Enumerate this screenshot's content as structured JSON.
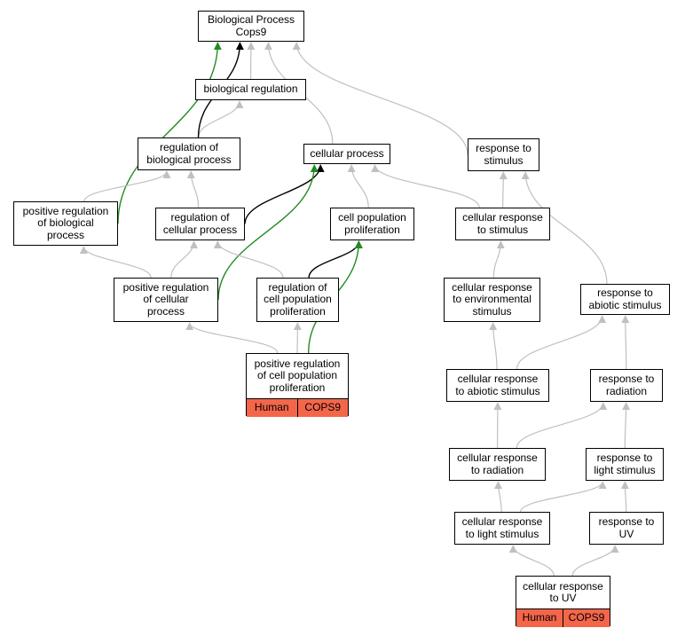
{
  "colors": {
    "gray_edge": "#c0c0c0",
    "black_edge": "#000000",
    "green_edge": "#228b22",
    "annotation_fill": "#f4664a"
  },
  "nodes": [
    {
      "id": "bp",
      "label": "Biological Process\nCops9"
    },
    {
      "id": "bioreg",
      "label": "biological regulation"
    },
    {
      "id": "regbp",
      "label": "regulation of\nbiological process"
    },
    {
      "id": "cellproc",
      "label": "cellular process"
    },
    {
      "id": "resp",
      "label": "response to\nstimulus"
    },
    {
      "id": "posregbp",
      "label": "positive regulation\nof biological\nprocess"
    },
    {
      "id": "regcp",
      "label": "regulation of\ncellular process"
    },
    {
      "id": "cpp",
      "label": "cell population\nproliferation"
    },
    {
      "id": "crs",
      "label": "cellular response\nto stimulus"
    },
    {
      "id": "posregcp",
      "label": "positive regulation\nof cellular\nprocess"
    },
    {
      "id": "regcpp",
      "label": "regulation of\ncell population\nproliferation"
    },
    {
      "id": "cres",
      "label": "cellular response\nto environmental\nstimulus"
    },
    {
      "id": "ras",
      "label": "response to\nabiotic stimulus"
    },
    {
      "id": "posregcpp",
      "label": "positive regulation\nof cell population\nproliferation",
      "tags": [
        "Human",
        "COPS9"
      ]
    },
    {
      "id": "cras",
      "label": "cellular response\nto abiotic stimulus"
    },
    {
      "id": "rrad",
      "label": "response to\nradiation"
    },
    {
      "id": "crrad",
      "label": "cellular response\nto radiation"
    },
    {
      "id": "rls",
      "label": "response to\nlight stimulus"
    },
    {
      "id": "crls",
      "label": "cellular response\nto light stimulus"
    },
    {
      "id": "ruv",
      "label": "response to\nUV"
    },
    {
      "id": "cruv",
      "label": "cellular response\nto UV",
      "tags": [
        "Human",
        "COPS9"
      ]
    }
  ],
  "edges": [
    {
      "from": "bioreg",
      "to": "bp",
      "color": "gray"
    },
    {
      "from": "regbp",
      "to": "bioreg",
      "color": "gray"
    },
    {
      "from": "regbp",
      "to": "bp",
      "color": "black"
    },
    {
      "from": "cellproc",
      "to": "bp",
      "color": "gray"
    },
    {
      "from": "resp",
      "to": "bp",
      "color": "gray"
    },
    {
      "from": "posregbp",
      "to": "bp",
      "color": "green"
    },
    {
      "from": "posregbp",
      "to": "regbp",
      "color": "gray"
    },
    {
      "from": "regcp",
      "to": "regbp",
      "color": "gray"
    },
    {
      "from": "regcp",
      "to": "cellproc",
      "color": "black"
    },
    {
      "from": "cpp",
      "to": "cellproc",
      "color": "gray"
    },
    {
      "from": "crs",
      "to": "cellproc",
      "color": "gray"
    },
    {
      "from": "crs",
      "to": "resp",
      "color": "gray"
    },
    {
      "from": "posregcp",
      "to": "posregbp",
      "color": "gray"
    },
    {
      "from": "posregcp",
      "to": "regcp",
      "color": "gray"
    },
    {
      "from": "posregcp",
      "to": "cellproc",
      "color": "green"
    },
    {
      "from": "regcpp",
      "to": "regcp",
      "color": "gray"
    },
    {
      "from": "regcpp",
      "to": "cpp",
      "color": "black"
    },
    {
      "from": "cres",
      "to": "crs",
      "color": "gray"
    },
    {
      "from": "ras",
      "to": "resp",
      "color": "gray"
    },
    {
      "from": "posregcpp",
      "to": "posregcp",
      "color": "gray"
    },
    {
      "from": "posregcpp",
      "to": "regcpp",
      "color": "gray"
    },
    {
      "from": "posregcpp",
      "to": "cpp",
      "color": "green"
    },
    {
      "from": "cras",
      "to": "cres",
      "color": "gray"
    },
    {
      "from": "cras",
      "to": "ras",
      "color": "gray"
    },
    {
      "from": "rrad",
      "to": "ras",
      "color": "gray"
    },
    {
      "from": "crrad",
      "to": "cras",
      "color": "gray"
    },
    {
      "from": "crrad",
      "to": "rrad",
      "color": "gray"
    },
    {
      "from": "rls",
      "to": "rrad",
      "color": "gray"
    },
    {
      "from": "crls",
      "to": "crrad",
      "color": "gray"
    },
    {
      "from": "crls",
      "to": "rls",
      "color": "gray"
    },
    {
      "from": "ruv",
      "to": "rls",
      "color": "gray"
    },
    {
      "from": "cruv",
      "to": "crls",
      "color": "gray"
    },
    {
      "from": "cruv",
      "to": "ruv",
      "color": "gray"
    }
  ]
}
